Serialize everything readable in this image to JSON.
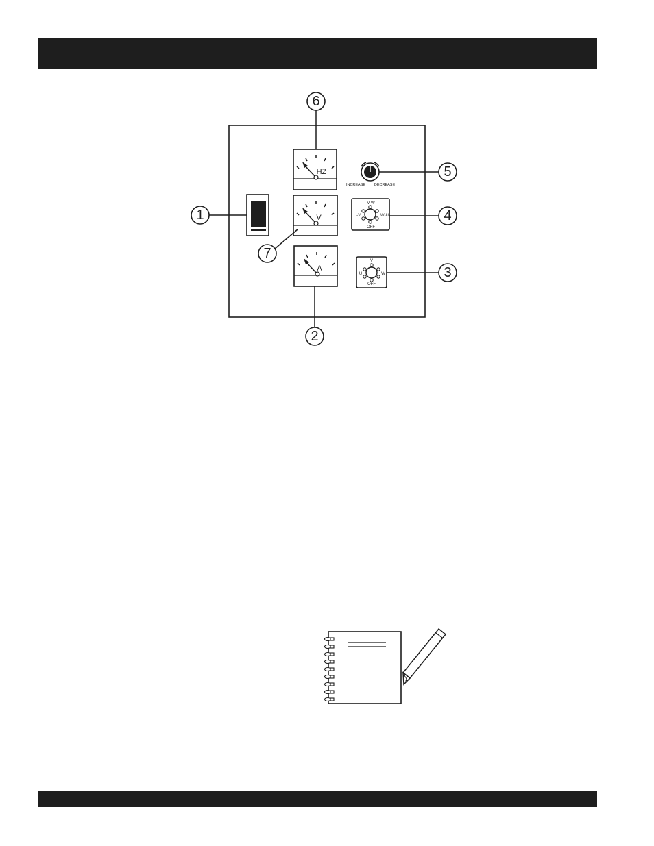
{
  "gauges": {
    "frequency": {
      "label": "HZ"
    },
    "voltage": {
      "label": "V"
    },
    "ammeter": {
      "label": "A"
    }
  },
  "frequency_knob": {
    "increase_label": "INCREASE",
    "decrease_label": "DECREASE"
  },
  "voltmeter_switch": {
    "top": "V-W",
    "left": "U-V",
    "right": "W-U",
    "bottom": "OFF"
  },
  "ammeter_switch": {
    "top": "V",
    "left": "U",
    "right": "W",
    "bottom": "OFF"
  },
  "callouts": {
    "c1": "1",
    "c2": "2",
    "c3": "3",
    "c4": "4",
    "c5": "5",
    "c6": "6",
    "c7": "7"
  },
  "colors": {
    "ink": "#1e1e1e",
    "paper": "#ffffff"
  }
}
